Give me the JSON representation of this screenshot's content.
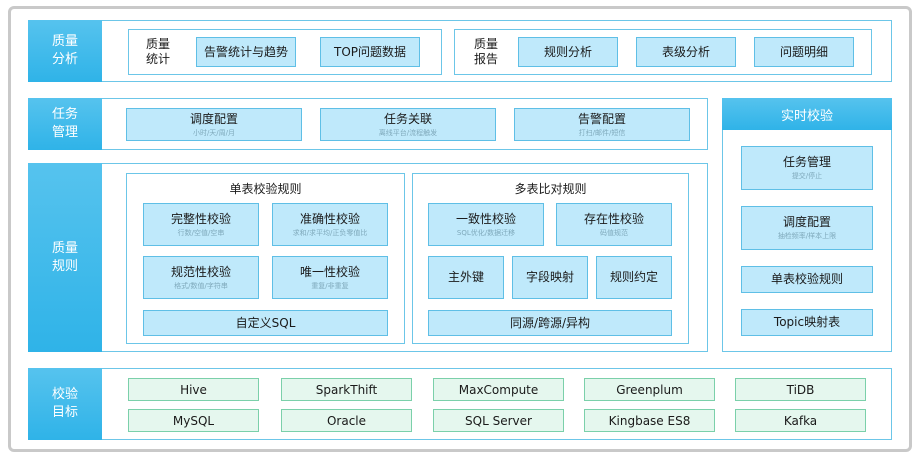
{
  "quality_analysis": {
    "label": "质量分析",
    "stats": {
      "label": "质量统计",
      "items": [
        "告警统计与趋势",
        "TOP问题数据"
      ]
    },
    "report": {
      "label": "质量报告",
      "items": [
        "规则分析",
        "表级分析",
        "问题明细"
      ]
    }
  },
  "task_management": {
    "label": "任务管理",
    "items": [
      {
        "title": "调度配置",
        "sub": "小时/天/周/月"
      },
      {
        "title": "任务关联",
        "sub": "离线平台/流程触发"
      },
      {
        "title": "告警配置",
        "sub": "打扫/邮件/短信"
      }
    ]
  },
  "realtime": {
    "title": "实时校验",
    "items": [
      {
        "title": "任务管理",
        "sub": "提交/停止"
      },
      {
        "title": "调度配置",
        "sub": "抽检频率/样本上限"
      },
      {
        "title": "单表校验规则",
        "sub": ""
      },
      {
        "title": "Topic映射表",
        "sub": ""
      }
    ]
  },
  "quality_rules": {
    "label": "质量规则",
    "single": {
      "title": "单表校验规则",
      "items": [
        {
          "title": "完整性校验",
          "sub": "行数/空值/空串"
        },
        {
          "title": "准确性校验",
          "sub": "求和/求平均/正负零值比"
        },
        {
          "title": "规范性校验",
          "sub": "格式/数值/字符串"
        },
        {
          "title": "唯一性校验",
          "sub": "重复/非重复"
        }
      ],
      "custom": "自定义SQL"
    },
    "multi": {
      "title": "多表比对规则",
      "items": [
        {
          "title": "一致性校验",
          "sub": "SQL优化/数据迁移"
        },
        {
          "title": "存在性校验",
          "sub": "码值规范"
        }
      ],
      "small": [
        "主外键",
        "字段映射",
        "规则约定"
      ],
      "bottom": "同源/跨源/异构"
    }
  },
  "targets": {
    "label": "校验目标",
    "row1": [
      "Hive",
      "SparkThift",
      "MaxCompute",
      "Greenplum",
      "TiDB"
    ],
    "row2": [
      "MySQL",
      "Oracle",
      "SQL Server",
      "Kingbase ES8",
      "Kafka"
    ]
  }
}
